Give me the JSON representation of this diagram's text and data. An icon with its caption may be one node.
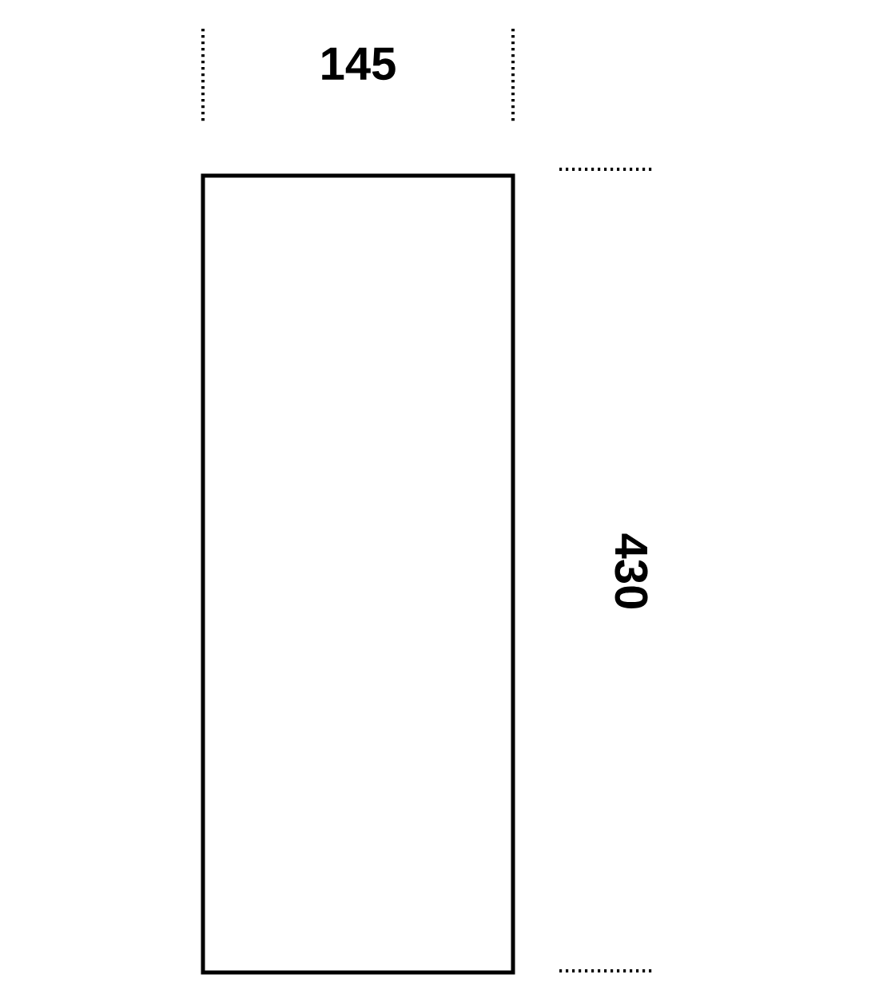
{
  "diagram": {
    "nodes": [
      {
        "text": [],
        "shape": "box"
      }
    ],
    "labels": [
      "145",
      "430"
    ]
  }
}
